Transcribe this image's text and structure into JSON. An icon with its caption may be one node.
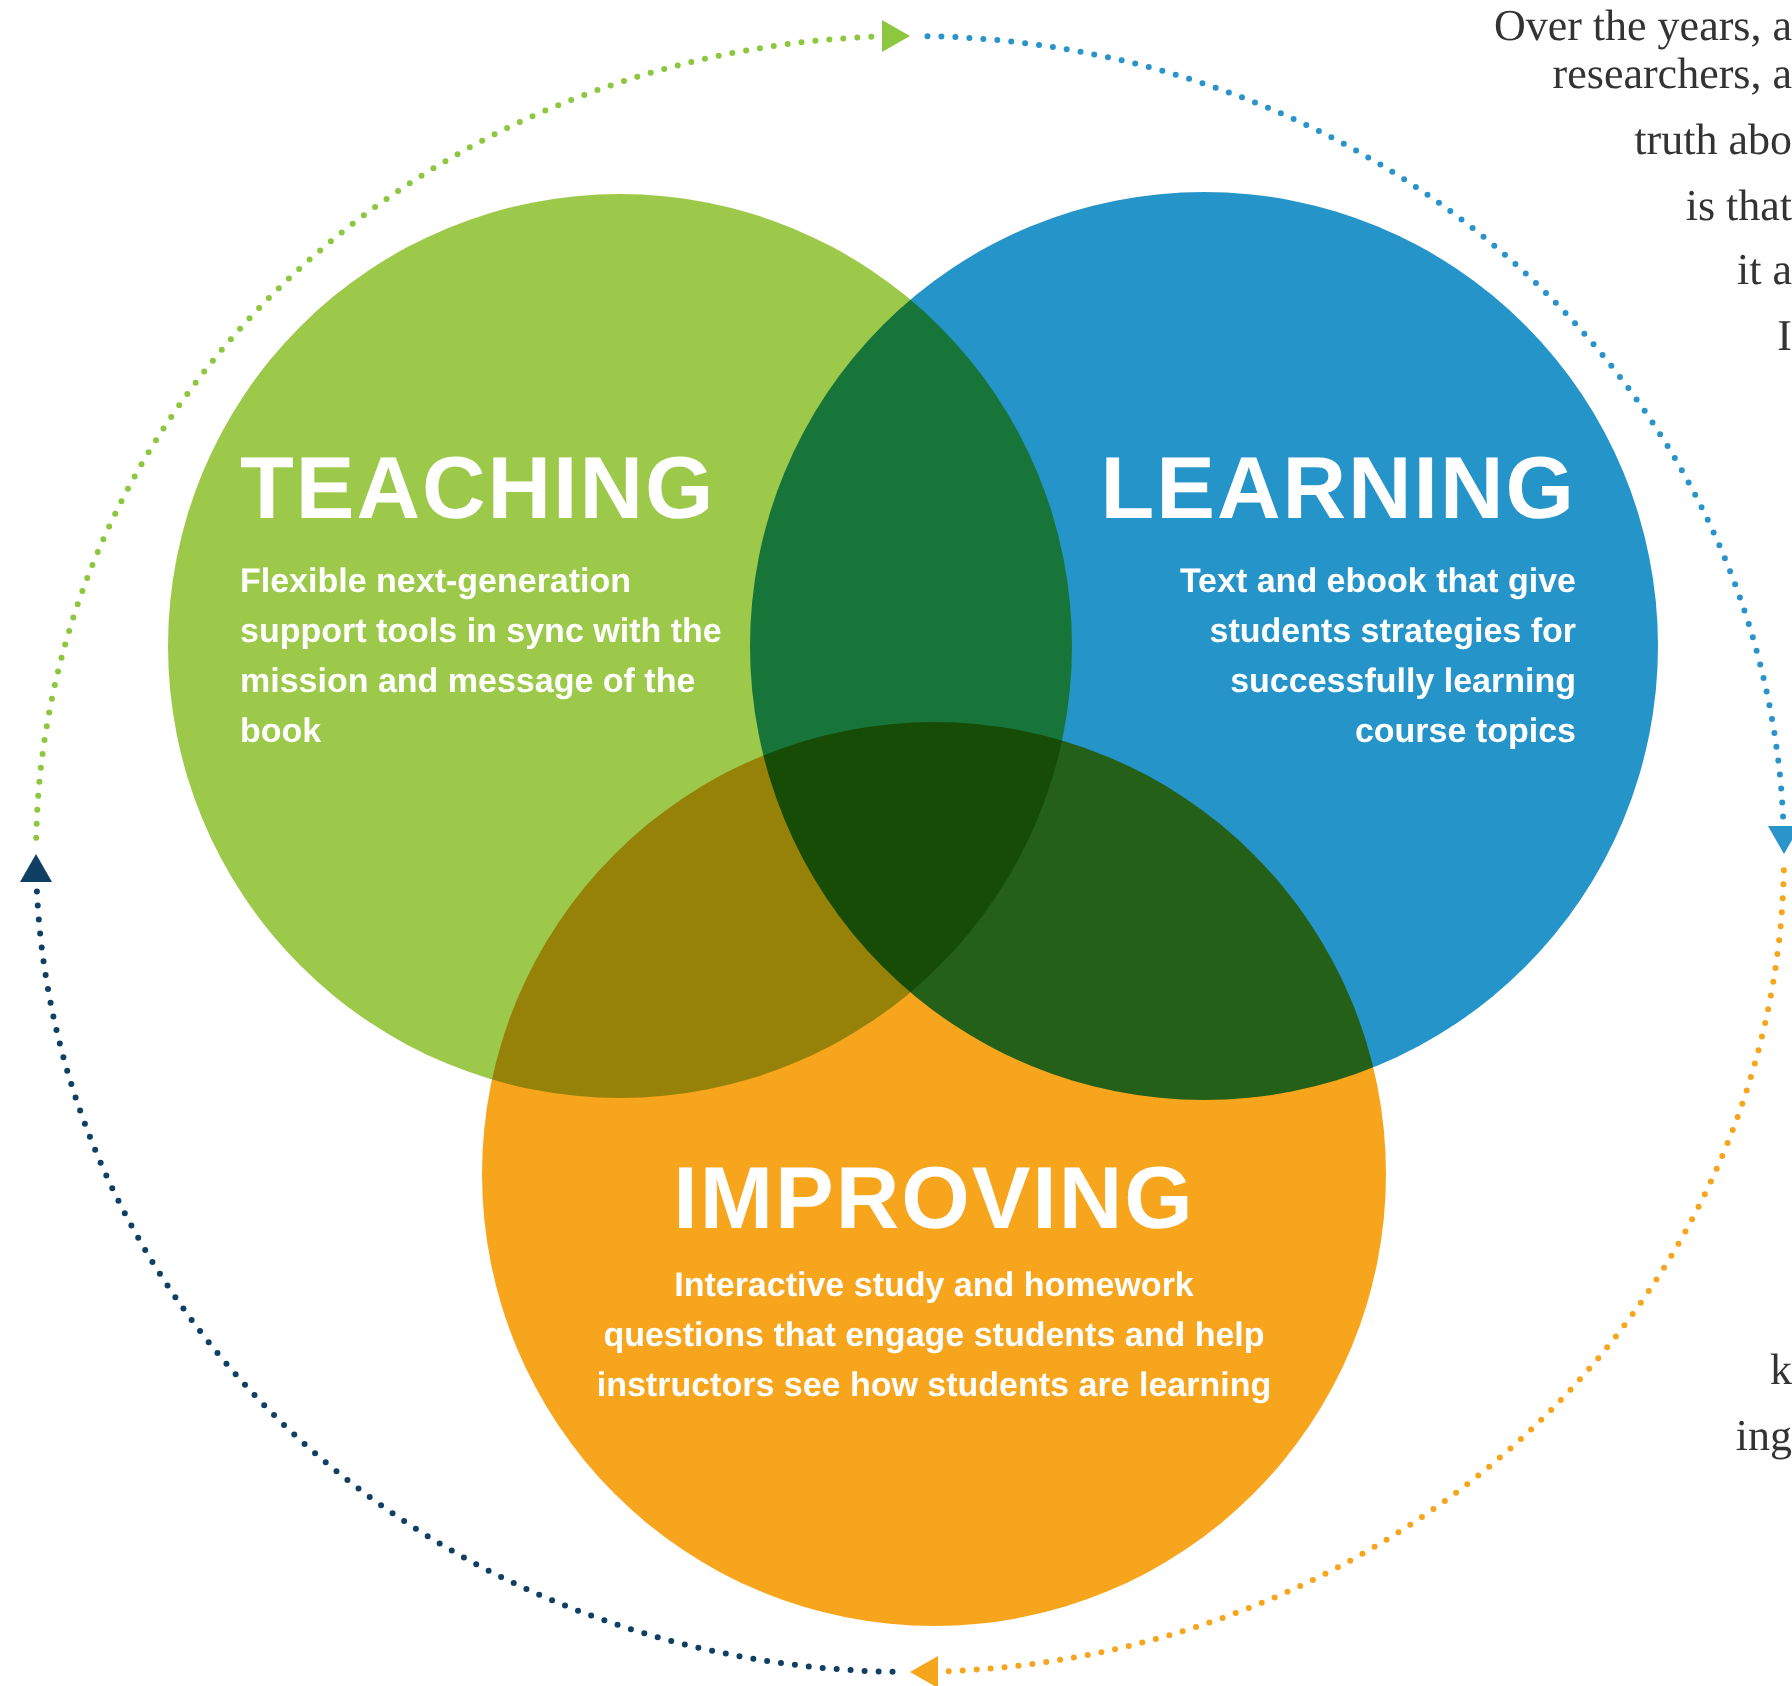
{
  "diagram": {
    "nodes": [
      {
        "text": [
          "TEACHING",
          "Flexible next-generation support tools in sync with the mission and message of the book"
        ]
      },
      {
        "text": [
          "LEARNING",
          "Text and ebook that give students strategies for successfully learning course topics"
        ]
      },
      {
        "text": [
          "IMPROVING",
          "Interactive study and homework questions that engage students and help instructors see how students are learning"
        ]
      }
    ],
    "labels": [
      "Over the years, a",
      "researchers, a",
      "truth abo",
      "is that",
      "it a",
      "I",
      "k",
      "ing"
    ]
  }
}
